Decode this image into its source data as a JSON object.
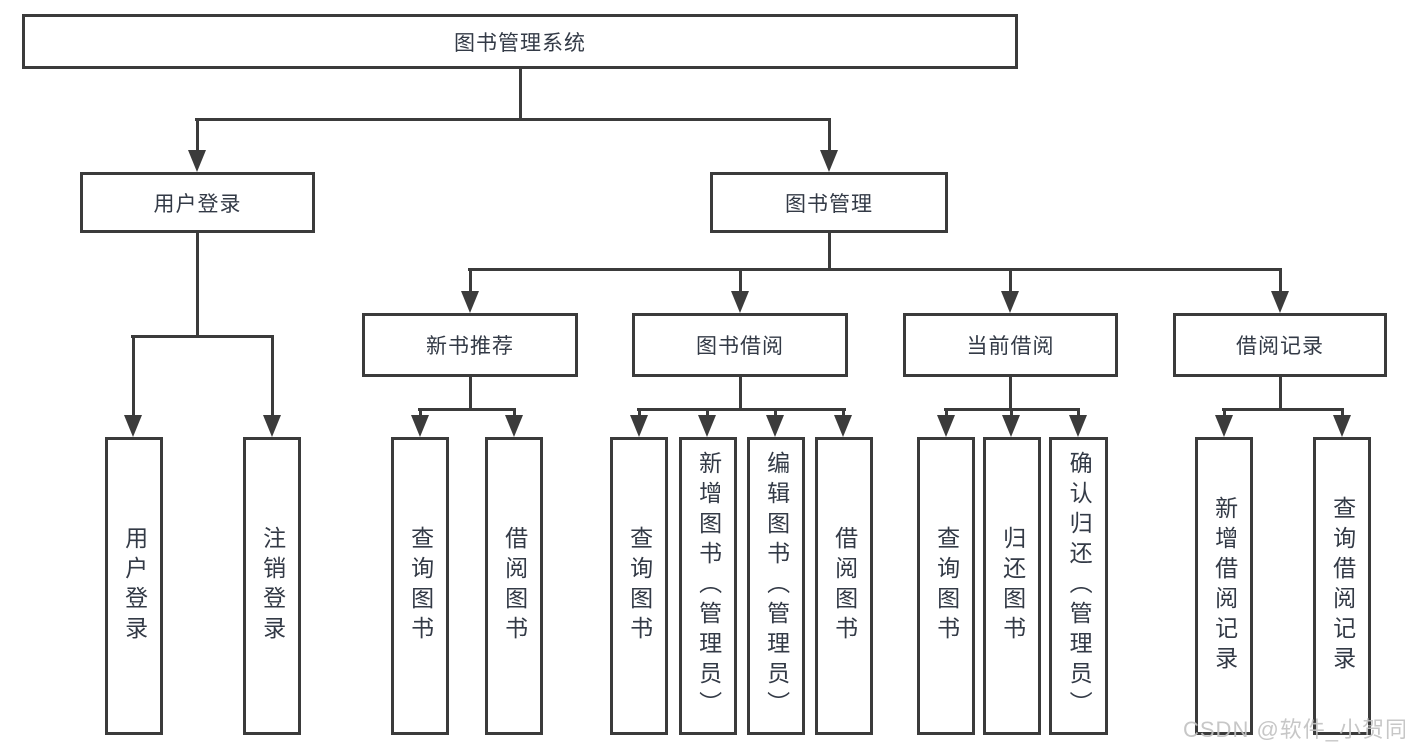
{
  "tree": {
    "root": {
      "label": "图书管理系统"
    },
    "branches": [
      {
        "label": "用户登录",
        "children": [
          "用户登录",
          "注销登录"
        ]
      },
      {
        "label": "图书管理",
        "sections": [
          {
            "label": "新书推荐",
            "children": [
              "查询图书",
              "借阅图书"
            ]
          },
          {
            "label": "图书借阅",
            "children": [
              "查询图书",
              "新增图书（管理员）",
              "编辑图书（管理员）",
              "借阅图书"
            ]
          },
          {
            "label": "当前借阅",
            "children": [
              "查询图书",
              "归还图书",
              "确认归还（管理员）"
            ]
          },
          {
            "label": "借阅记录",
            "children": [
              "新增借阅记录",
              "查询借阅记录"
            ]
          }
        ]
      }
    ]
  },
  "watermark": "CSDN @软件_小贺同学",
  "colors": {
    "line": "#3b3b3b",
    "text": "#333a46",
    "watermark": "#c3c3c3",
    "bg": "#ffffff"
  }
}
